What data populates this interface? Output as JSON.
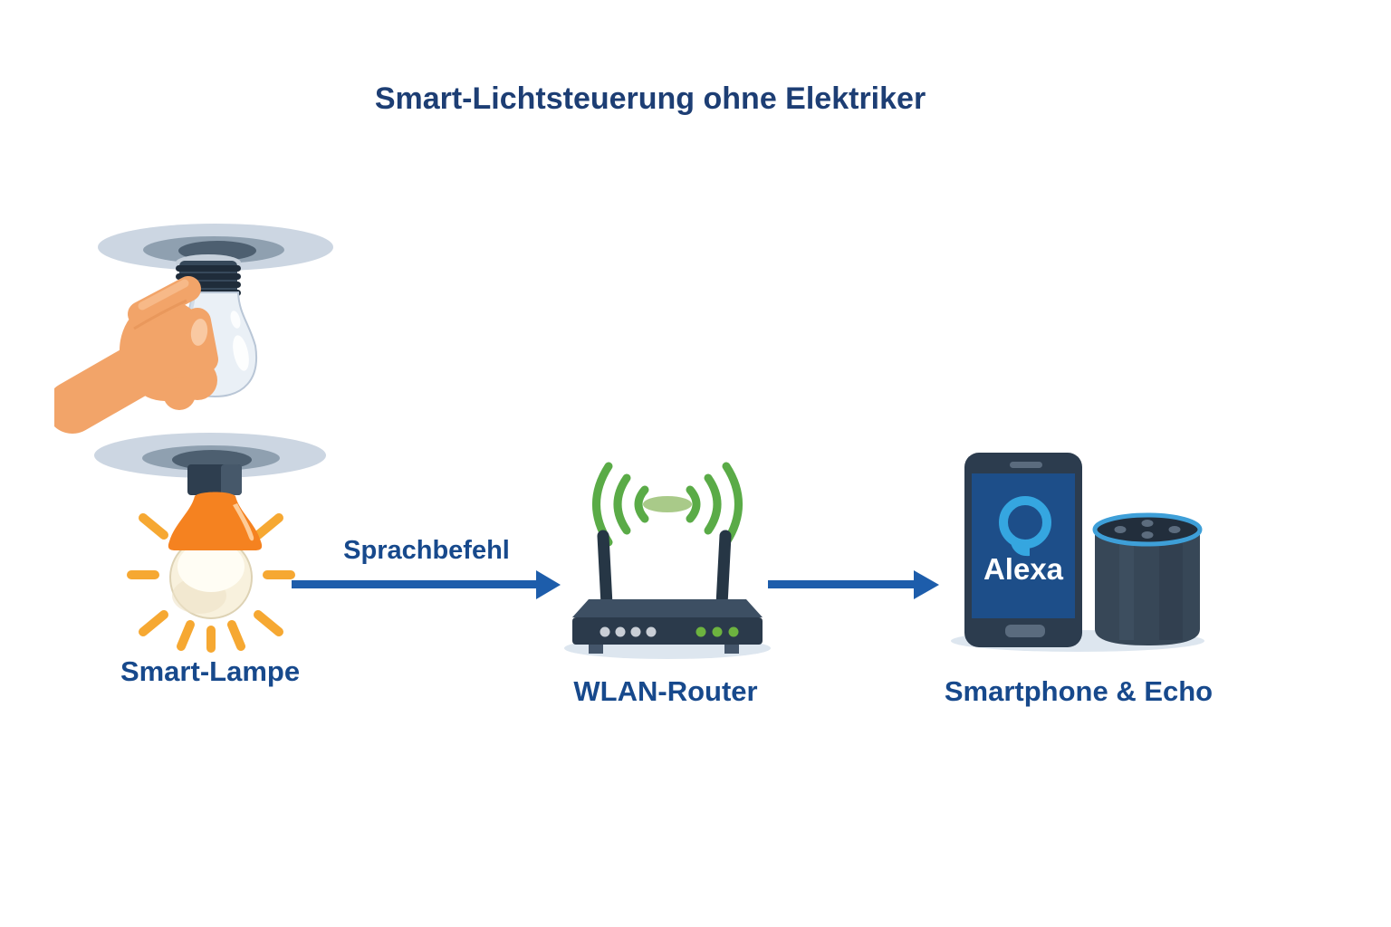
{
  "title": "Smart-Lichtsteuerung ohne Elektriker",
  "diagram": {
    "steps": [
      {
        "id": "smart-lampe",
        "label": "Smart-Lampe",
        "icons": [
          "hand-installing-bulb-icon",
          "ceiling-socket-icon",
          "glowing-smart-bulb-icon"
        ]
      },
      {
        "id": "wlan-router",
        "label": "WLAN-Router",
        "icons": [
          "wifi-signal-icon",
          "router-icon"
        ]
      },
      {
        "id": "smartphone-echo",
        "label": "Smartphone & Echo",
        "icons": [
          "smartphone-icon",
          "alexa-logo-icon",
          "echo-speaker-icon"
        ],
        "screen_text": "Alexa"
      }
    ],
    "arrows": [
      {
        "from": "smart-lampe",
        "to": "wlan-router",
        "label": "Sprachbefehl"
      },
      {
        "from": "wlan-router",
        "to": "smartphone-echo",
        "label": ""
      }
    ]
  },
  "colors": {
    "title_blue": "#1d3e74",
    "label_blue": "#17498c",
    "arrow_blue": "#1d5dab",
    "wifi_green": "#5aab47",
    "wifi_center_green": "#a9ca89",
    "lamp_orange": "#f58220",
    "glow_orange": "#f6a832",
    "bulb_cream": "#f8f1dd",
    "device_navy": "#2b3a4b",
    "phone_screen_blue": "#1d4e89",
    "alexa_cyan": "#35a6e0",
    "echo_ring_blue": "#3e9fd8",
    "led_green": "#6db33f",
    "hand_skin": "#f2a469",
    "ceiling_plate_gray": "#ccd6e2",
    "shadow_blue": "#dde6ef"
  }
}
